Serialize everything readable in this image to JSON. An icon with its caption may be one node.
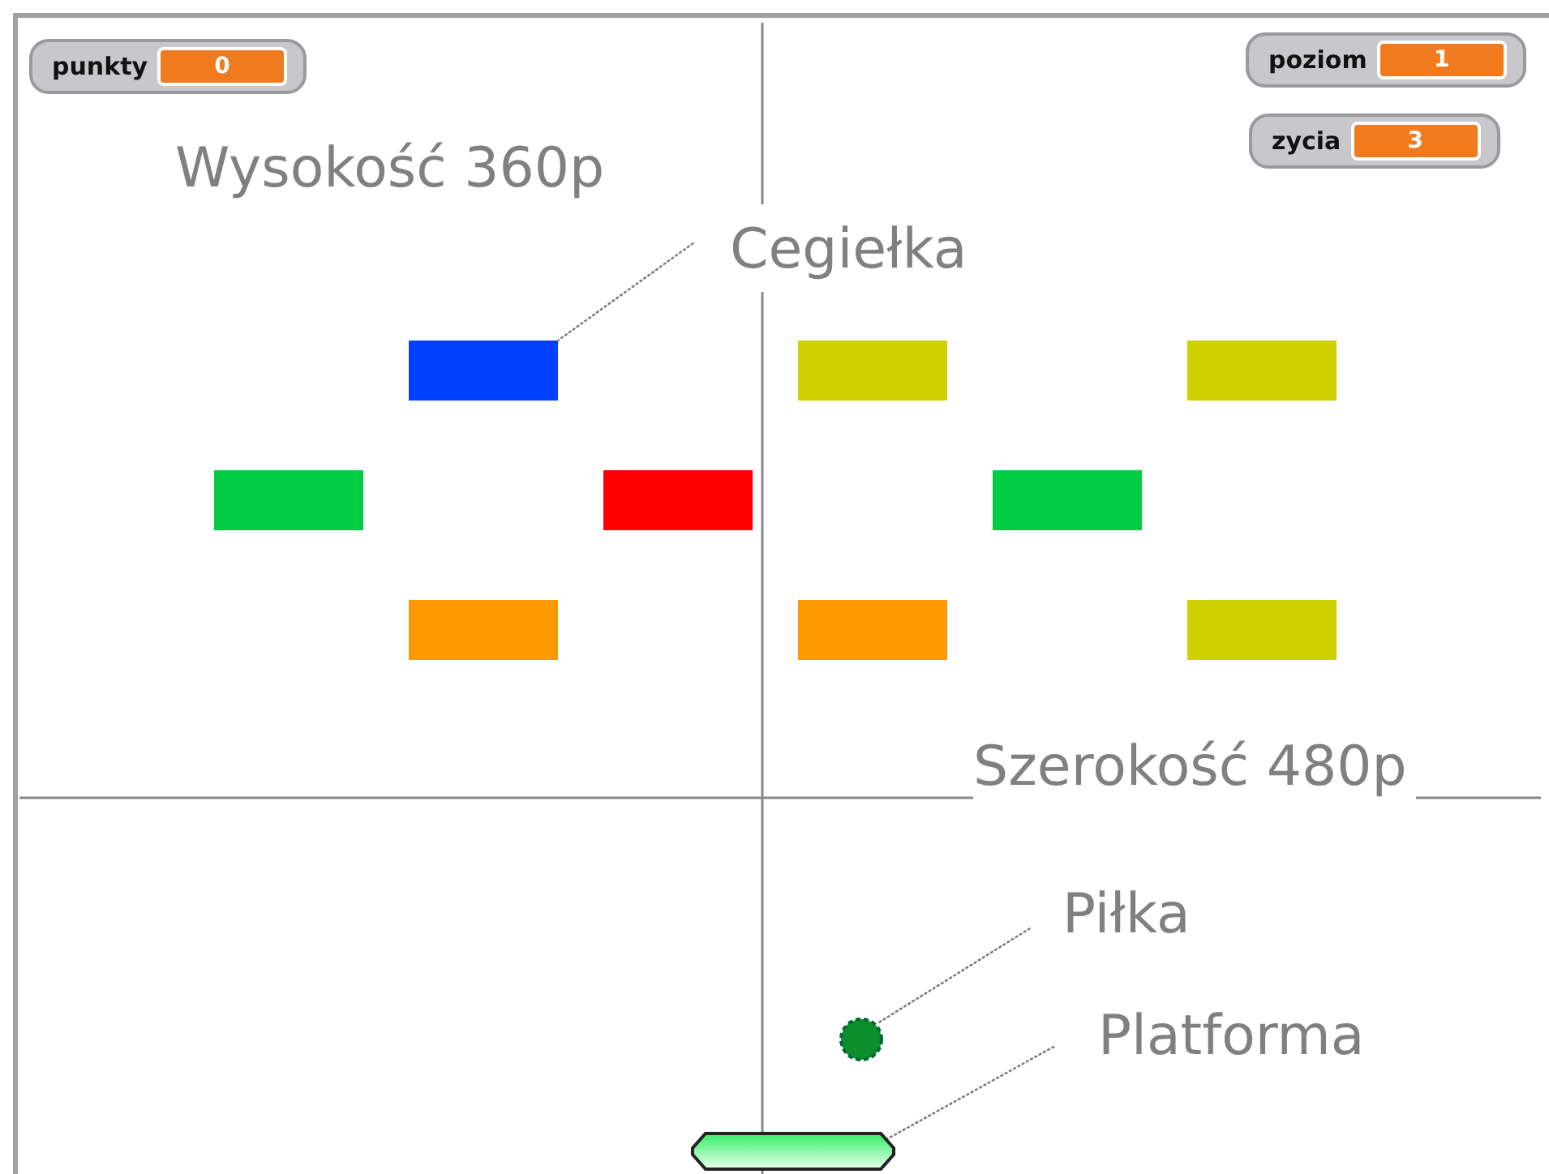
{
  "diagram": {
    "nodes": [
      {
        "text": [
          "Cegiełka"
        ]
      },
      {
        "text": [
          "Piłka"
        ]
      },
      {
        "text": [
          "Platforma"
        ]
      },
      {
        "text": [],
        "shape": "bar"
      },
      {
        "text": [],
        "shape": "bar"
      },
      {
        "text": [],
        "shape": "bar"
      },
      {
        "text": [],
        "shape": "bar"
      },
      {
        "text": [],
        "shape": "bar"
      },
      {
        "text": [],
        "shape": "bar"
      },
      {
        "text": [],
        "shape": "bar"
      },
      {
        "text": [],
        "shape": "bar"
      },
      {
        "text": [],
        "shape": "bar"
      },
      {
        "text": [],
        "shape": "circle"
      },
      {
        "text": [],
        "shape": "bar"
      }
    ],
    "edges": [
      {
        "from": 0,
        "to": 3,
        "arrow": "none"
      },
      {
        "from": 1,
        "to": 12,
        "arrow": "none"
      },
      {
        "from": 2,
        "to": 13,
        "arrow": "none"
      }
    ],
    "labels": [
      "punkty",
      "0",
      "poziom",
      "1",
      "zycia",
      "3",
      "Wysokość 360p",
      "Szerokość 480p"
    ]
  }
}
